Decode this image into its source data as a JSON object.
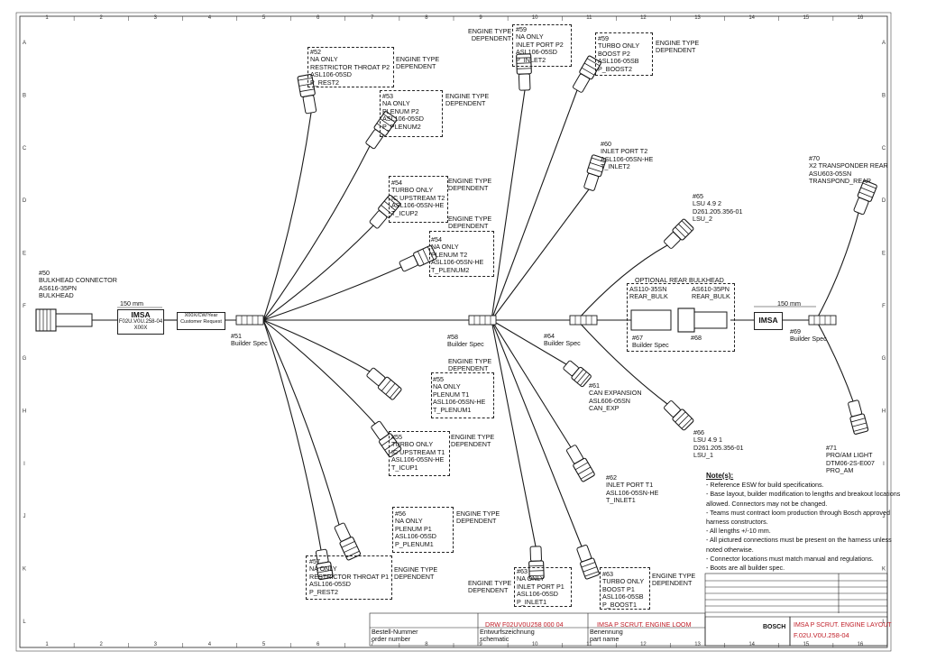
{
  "grid": {
    "columns": [
      "1",
      "2",
      "3",
      "4",
      "5",
      "6",
      "7",
      "8",
      "9",
      "10",
      "11",
      "12",
      "13",
      "14",
      "15",
      "16"
    ],
    "rows": [
      "A",
      "B",
      "C",
      "D",
      "E",
      "F",
      "G",
      "H",
      "I",
      "J",
      "K",
      "L"
    ]
  },
  "connectors": [
    {
      "key": "c50",
      "label": "#50\nBULKHEAD CONNECTOR\nAS616-35PN\nBULKHEAD"
    },
    {
      "key": "c52",
      "label": "#52\nNA ONLY\nRESTRICTOR THROAT P2\nASL106-05SD\nP_REST2",
      "dep": "ENGINE TYPE\nDEPENDENT"
    },
    {
      "key": "c53",
      "label": "#53\nNA ONLY\nPLENUM P2\nASL106-05SD\nP_PLENUM2",
      "dep": "ENGINE TYPE\nDEPENDENT"
    },
    {
      "key": "c54a",
      "label": "#54\nTURBO ONLY\nIC UPSTREAM T2\nASL106-05SN-HE\nT_ICUP2",
      "dep": "ENGINE TYPE\nDEPENDENT"
    },
    {
      "key": "c54b",
      "label": "#54\nNA ONLY\nPLENUM T2\nASL106-05SN-HE\nT_PLENUM2",
      "dep": "ENGINE TYPE\nDEPENDENT"
    },
    {
      "key": "c55a",
      "label": "#55\nNA ONLY\nPLENUM T1\nASL106-05SN-HE\nT_PLENUM1",
      "dep": "ENGINE TYPE\nDEPENDENT"
    },
    {
      "key": "c55b",
      "label": "#55\nTURBO ONLY\nIC UPSTREAM T1\nASL106-05SN-HE\nT_ICUP1",
      "dep": "ENGINE TYPE\nDEPENDENT"
    },
    {
      "key": "c56",
      "label": "#56\nNA ONLY\nPLENUM P1\nASL106-05SD\nP_PLENUM1",
      "dep": "ENGINE TYPE\nDEPENDENT"
    },
    {
      "key": "c57",
      "label": "#57\nNA ONLY\nRESTRICTOR THROAT P1\nASL106-05SD\nP_REST2",
      "dep": "ENGINE TYPE\nDEPENDENT"
    },
    {
      "key": "c59a",
      "label": "#59\nNA ONLY\nINLET PORT P2\nASL106-05SD\nP_INLET2",
      "dep": "ENGINE TYPE\nDEPENDENT"
    },
    {
      "key": "c59b",
      "label": "#59\nTURBO ONLY\nBOOST P2\nASL106-05SB\nP_BOOST2",
      "dep": "ENGINE TYPE\nDEPENDENT"
    },
    {
      "key": "c60",
      "label": "#60\nINLET PORT T2\nASL106-05SN-HE\nT_INLET2"
    },
    {
      "key": "c61",
      "label": "#61\nCAN EXPANSION\nASL606-05SN\nCAN_EXP"
    },
    {
      "key": "c62",
      "label": "#62\nINLET PORT T1\nASL106-05SN-HE\nT_INLET1"
    },
    {
      "key": "c63a",
      "label": "#63\nNA ONLY\nINLET PORT P1\nASL106-05SD\nP_INLET1",
      "dep": "ENGINE TYPE\nDEPENDENT"
    },
    {
      "key": "c63b",
      "label": "#63\nTURBO ONLY\nBOOST P1\nASL106-05SB\nP_BOOST1",
      "dep": "ENGINE TYPE\nDEPENDENT"
    },
    {
      "key": "c65",
      "label": "#65\nLSU 4.9 2\nD261.205.356-01\nLSU_2"
    },
    {
      "key": "c66",
      "label": "#66\nLSU 4.9 1\nD261.205.356-01\nLSU_1"
    },
    {
      "key": "c70",
      "label": "#70\nX2 TRANSPONDER REAR\nASU603-05SN\nTRANSPOND_REAR"
    },
    {
      "key": "c71",
      "label": "#71\nPRO/AM LIGHT\nDTM06-2S-E007\nPRO_AM"
    }
  ],
  "splices": {
    "s51": "#51\nBuilder Spec",
    "s58": "#58\nBuilder Spec",
    "s64": "#64\nBuilder Spec",
    "s69": "#69\nBuilder Spec",
    "s67": "#67\nBuilder Spec",
    "s68": "#68"
  },
  "optional_bulkhead": {
    "title": "OPTIONAL REAR BULKHEAD",
    "left": "AS110-35SN\nREAR_BULK",
    "right": "AS610-35PN\nREAR_BULK"
  },
  "imsa_left": {
    "title": "IMSA",
    "code": "F02U.V0U.258-04",
    "sub": "X00X"
  },
  "imsa_right": {
    "title": "IMSA"
  },
  "custom_box": "X00X/CW/Year\nCustomer Request",
  "dims": {
    "left": "150 mm",
    "right": "150 mm"
  },
  "notes": {
    "heading": "Note(s):",
    "items": [
      "- Reference ESW for build specifications.",
      "- Base layout, builder modification to lengths and breakout locations allowed. Connectors may not be changed.",
      "- Teams must contract loom production through Bosch approved harness constructors.",
      "- All lengths +/-10 mm.",
      "- All pictured connections must be present on the harness unless noted otherwise.",
      "- Connector locations must match manual and regulations.",
      "- Boots are all builder spec."
    ]
  },
  "title_block": {
    "order_de": "Bestell-Nummer",
    "order_en": "order number",
    "drawing_red": "DRW F02UV0U258 000 04",
    "schematic_de": "Entwurfszeichnung",
    "schematic_en": "schematic",
    "name_red": "IMSA P SCRUT. ENGINE LOOM",
    "name_de": "Benennung",
    "name_en": "part name",
    "sheet_title": "IMSA P SCRUT. ENGINE LAYOUT",
    "part_no": "F.02U.V0U.258-04",
    "brand": "BOSCH"
  },
  "colors": {
    "line": "#1a1a1a",
    "accent_red": "#c0202a"
  }
}
